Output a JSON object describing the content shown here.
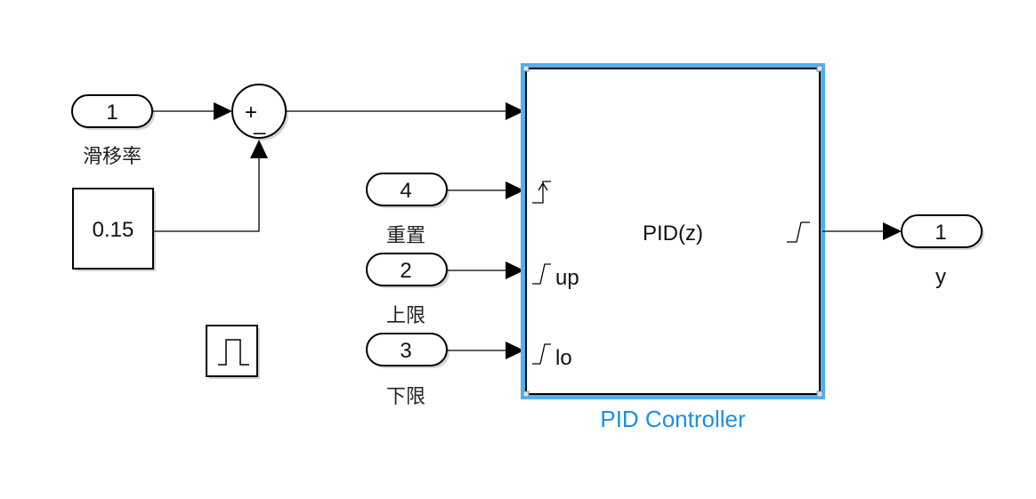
{
  "diagram": {
    "inports": [
      {
        "id": "in1",
        "number": "1",
        "label": "滑移率"
      },
      {
        "id": "in4",
        "number": "4",
        "label": "重置"
      },
      {
        "id": "in2",
        "number": "2",
        "label": "上限"
      },
      {
        "id": "in3",
        "number": "3",
        "label": "下限"
      }
    ],
    "outports": [
      {
        "id": "out1",
        "number": "1",
        "label": "y"
      }
    ],
    "constant": {
      "value": "0.15"
    },
    "sum": {
      "signs": "+-",
      "plus_glyph": "+",
      "minus_glyph": "_"
    },
    "pulse_generator": {
      "icon": "pulse-icon"
    },
    "pid_controller": {
      "name": "PID Controller",
      "mask_text": "PID(z)",
      "selected": true,
      "input_ports": [
        {
          "label": "",
          "icon": "none"
        },
        {
          "label": "",
          "icon": "reset-rising-edge-icon"
        },
        {
          "label": "up",
          "icon": "saturation-icon"
        },
        {
          "label": "lo",
          "icon": "saturation-icon"
        }
      ],
      "output_port_icon": "saturation-icon"
    },
    "colors": {
      "selection": "#4fb0f0",
      "block_name_selected": "#1a8fe3",
      "line": "#000000"
    }
  }
}
